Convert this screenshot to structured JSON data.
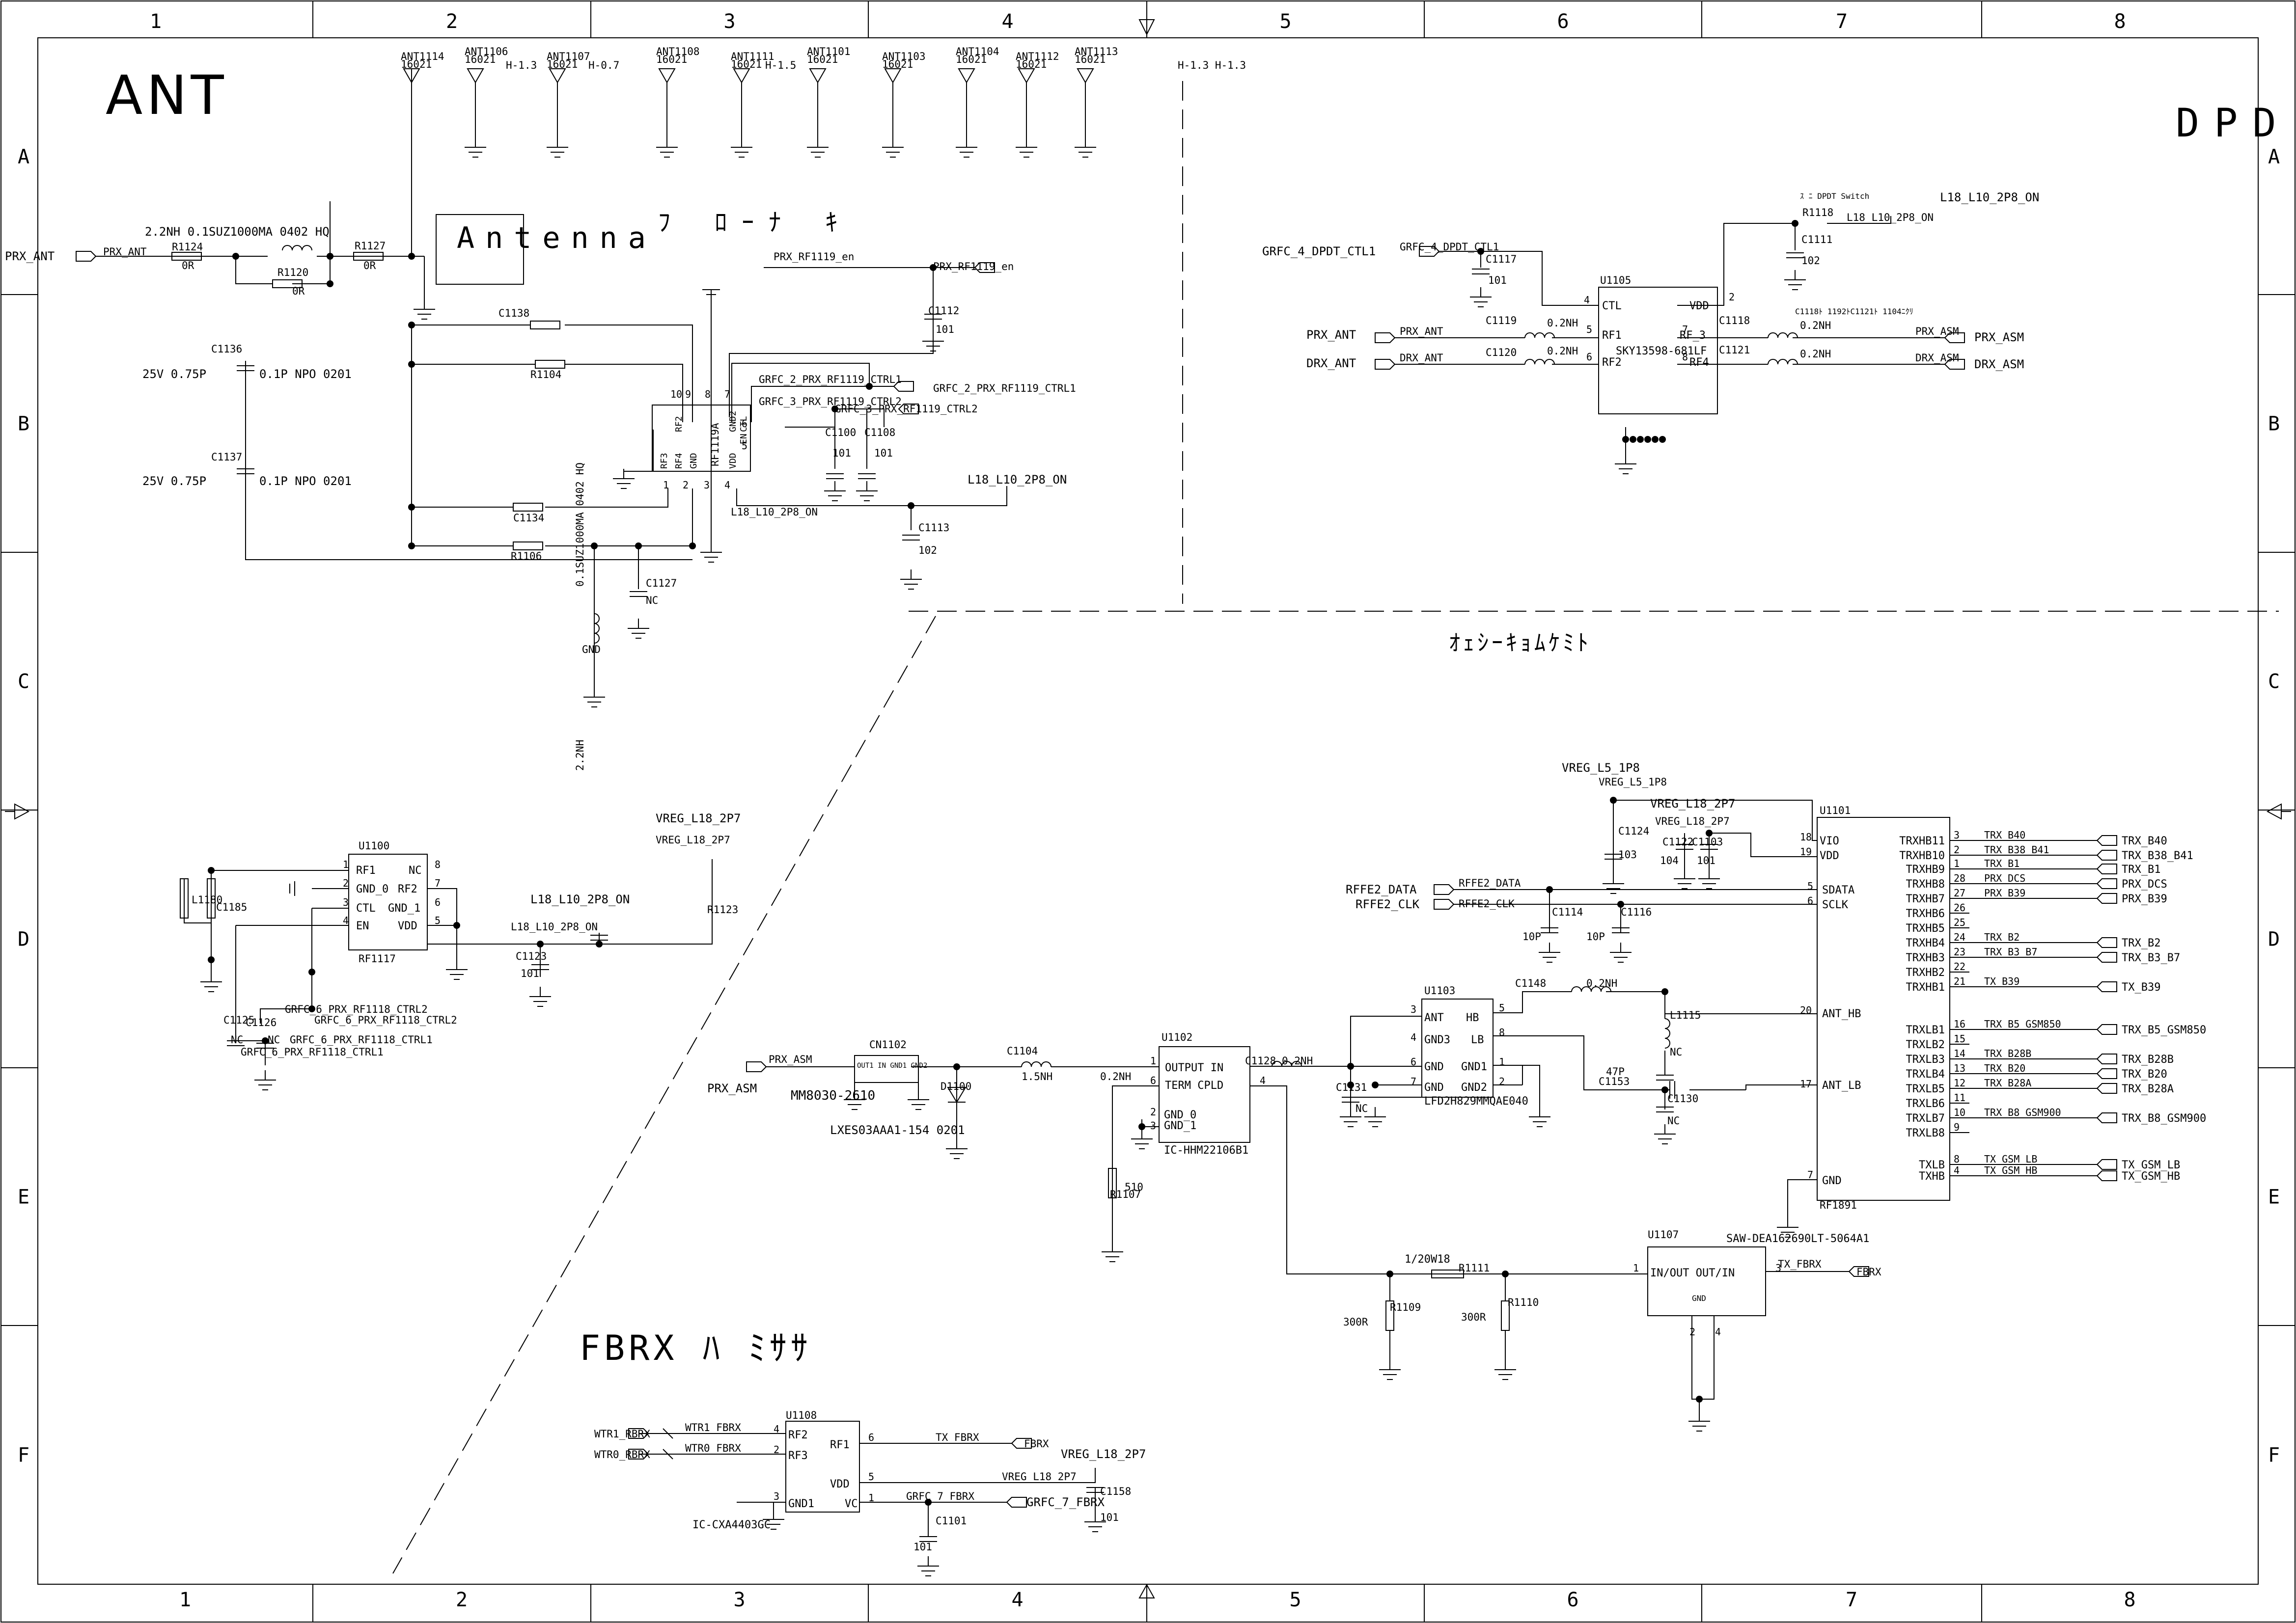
{
  "frame": {
    "cols_top": [
      "1",
      "2",
      "3",
      "4",
      "5",
      "6",
      "7",
      "8"
    ],
    "cols_bottom": [
      "1",
      "2",
      "3",
      "4",
      "5",
      "6",
      "7",
      "8"
    ],
    "rows_left": [
      "A",
      "B",
      "C",
      "D",
      "E",
      "F"
    ],
    "rows_right": [
      "A",
      "B",
      "C",
      "D",
      "E",
      "F"
    ]
  },
  "sections": {
    "ant": "ANT",
    "dpdt": "DPD",
    "antenna_box": "Antenna",
    "ant_kana": "ﾌ ﾛｰﾅ ｷ",
    "mid_kana": "ｵｪｼｰｷｮﾑｹﾐﾄ",
    "fbrx": "FBRX ﾊ ﾐｻｻ"
  },
  "antennas": [
    {
      "ref": "ANT1114",
      "val": "16021"
    },
    {
      "ref": "ANT1106",
      "val": "16021"
    },
    {
      "ref": "ANT1107",
      "val": "16021"
    },
    {
      "ref": "ANT1108",
      "val": "16021"
    },
    {
      "ref": "ANT1111",
      "val": "16021"
    },
    {
      "ref": "ANT1101",
      "val": "16021"
    },
    {
      "ref": "ANT1103",
      "val": "16021"
    },
    {
      "ref": "ANT1104",
      "val": "16021"
    },
    {
      "ref": "ANT1112",
      "val": "16021"
    },
    {
      "ref": "ANT1113",
      "val": "16021"
    }
  ],
  "ant_suffixes": [
    "H-1.3",
    "H-0.7",
    "H-1.5",
    "H-1.3 H-1.3"
  ],
  "ant_block": {
    "prx_ant": "PRX_ANT",
    "r1124": "R1124",
    "r1124v": "0R",
    "l_note": "2.2NH 0.1SUZ1000MA 0402 HQ",
    "r1120": "R1120",
    "r1120v": "0R",
    "r1127": "R1127",
    "r1127v": "0R",
    "c1136": "C1136",
    "c1136v": "25V 0.75P",
    "c1137": "C1137",
    "c1137v": "25V 0.75P",
    "np0": "0.1P NPO 0201",
    "c1138": "C1138",
    "r1104": "R1104",
    "c1134": "C1134",
    "r1106": "R1106",
    "c1127": "C1127",
    "c1127v": "NC",
    "l_vert": "0.1SUZ1000MA 0402 HQ",
    "gnd": "GND",
    "l_vert2": "2.2NH",
    "u1119": "RF1119A",
    "u_pins": [
      "RF3",
      "RF4",
      "GND",
      "VDD",
      "EN",
      "CTL",
      "GND2",
      "RF2"
    ],
    "prx_en": "PRX_RF1119_en",
    "prx_en2": "PRX_RF1119_en",
    "ctl1": "GRFC_2_PRX_RF1119_CTRL1",
    "ctl1b": "GRFC_2_PRX_RF1119_CTRL1",
    "ctl2": "GRFC_3_PRX_RF1119_CTRL2",
    "ctl2b": "GRFC_3_PRX_RF1119_CTRL2",
    "c1112": "C1112",
    "c1112v": "101",
    "c1100": "C1100",
    "c1100v": "101",
    "c1108": "C1108",
    "c1108v": "101",
    "l18a": "L18_L10_2P8_ON",
    "l18b": "L18_L10_2P8_ON",
    "c1113": "C1113",
    "c1113v": "102"
  },
  "dpdt": {
    "note": "ｽ ﾆ DPDT Switch",
    "l18": "L18_L10_2P8_ON",
    "l18b": "L18_L10_2P8_ON",
    "r1118": "R1118",
    "c1111": "C1111",
    "c1111v": "102",
    "grfc4": "GRFC_4_DPDT_CTL1",
    "grfc4b": "GRFC_4_DPDT_CTL1",
    "c1117": "C1117",
    "c1117v": "101",
    "u1105": "U1105",
    "chip": "SKY13598-681LF",
    "prx_ant": "PRX_ANT",
    "prx_ant2": "PRX_ANT",
    "drx_ant": "DRX_ANT",
    "drx_ant2": "DRX_ANT",
    "c1119": "C1119",
    "c1120": "C1120",
    "l02a": "0.2NH",
    "l02b": "0.2NH",
    "l02c": "0.2NH",
    "l02d": "0.2NH",
    "c1118": "C1118",
    "c1121": "C1121",
    "note2": "C1118ﾄ 1192ﾄC1121ﾄ 1104ﾆｸﾘ",
    "prx_asm": "PRX_ASM",
    "prx_asm2": "PRX_ASM",
    "drx_asm": "DRX_ASM",
    "drx_asm2": "DRX_ASM",
    "pins": [
      "CTL",
      "VDD",
      "RF1",
      "RF_3",
      "RF2",
      "RF4"
    ]
  },
  "u1100": {
    "ref": "U1100",
    "part": "RF1117",
    "pins_l": [
      "RF1",
      "GND_0",
      "CTL",
      "EN"
    ],
    "pins_r": [
      "NC",
      "RF2",
      "GND_1",
      "VDD"
    ],
    "l1180": "L1180",
    "c1185": "C1185",
    "c1125": "C1125",
    "c1125v": "NC",
    "c1126": "C1126",
    "c1126v": "NC",
    "ctl2": "GRFC_6_PRX_RF1118_CTRL2",
    "ctl2b": "GRFC_6_PRX_RF1118_CTRL2",
    "ctl1": "GRFC_6_PRX_RF1118_CTRL1",
    "ctl1b": "GRFC_6_PRX_RF1118_CTRL1",
    "l18": "L18_L10_2P8_ON",
    "l18b": "L18_L10_2P8_ON",
    "c1123": "C1123",
    "c1123v": "101",
    "vreg": "VREG_L18_2P7",
    "vreg2": "VREG_L18_2P7",
    "r1123": "R1123"
  },
  "asm": {
    "prx_asm": "PRX_ASM",
    "prx_asm2": "PRX_ASM",
    "cn1102": "CN1102",
    "cn_part": "MM8030-2610",
    "cn_pins": "OUT1 IN GND1 GND2",
    "d1100": "D1100",
    "d_part": "LXES03AAA1-154 0201",
    "c1104": "C1104",
    "l15": "1.5NH",
    "l02": "0.2NH",
    "u1102": "U1102",
    "u1102_part": "IC-HHM22106B1",
    "u1102_pins": [
      "OUTPUT IN",
      "TERM CPLD",
      "GND_0",
      "GND_1"
    ],
    "r1107": "R1107",
    "r1107v": "510",
    "c1128": "C1128",
    "l02b": "0.2NH"
  },
  "lfd": {
    "u1103": "U1103",
    "part": "LFD2H829MMQAE040",
    "pins": [
      "ANT",
      "GND3",
      "GND",
      "GND",
      "HB",
      "LB",
      "GND1",
      "GND2"
    ],
    "c1148": "C1148",
    "l02": "0.2NH",
    "c1131": "C1131",
    "c1131v": "NC",
    "l1115": "L1115",
    "l1115v": "NC",
    "c1153": "C1153",
    "c1153v": "47P",
    "c1130": "C1130",
    "c1130v": "NC"
  },
  "u1101": {
    "ref": "U1101",
    "part": "RF1891",
    "vreg15": "VREG_L5_1P8",
    "vreg15b": "VREG_L5_1P8",
    "vreg18": "VREG_L18_2P7",
    "vreg18b": "VREG_L18_2P7",
    "c1124": "C1124",
    "c1124v": "103",
    "c1122": "C1122",
    "c1122v": "104",
    "c1103": "C1103",
    "c1103v": "101",
    "rffe_d": "RFFE2_DATA",
    "rffe_d2": "RFFE2_DATA",
    "rffe_c": "RFFE2_CLK",
    "rffe_c2": "RFFE2_CLK",
    "c1114": "C1114",
    "c1114v": "10P",
    "c1116": "C1116",
    "c1116v": "10P",
    "pins_l": [
      "VIO",
      "VDD",
      "SDATA",
      "SCLK",
      "ANT_HB",
      "ANT_LB",
      "GND"
    ],
    "pins_r": [
      "TRXHB11",
      "TRXHB10",
      "TRXHB9",
      "TRXHB8",
      "TRXHB7",
      "TRXHB6",
      "TRXHB5",
      "TRXHB4",
      "TRXHB3",
      "TRXHB2",
      "TRXHB1",
      "TRXLB1",
      "TRXLB2",
      "TRXLB3",
      "TRXLB4",
      "TRXLB5",
      "TRXLB6",
      "TRXLB7",
      "TRXLB8",
      "TXLB",
      "TXHB"
    ],
    "nets": [
      {
        "pin": "3",
        "net": "TRX_B40",
        "port": "TRX_B40"
      },
      {
        "pin": "2",
        "net": "TRX_B38_B41",
        "port": "TRX_B38_B41"
      },
      {
        "pin": "1",
        "net": "TRX_B1",
        "port": "TRX_B1"
      },
      {
        "pin": "28",
        "net": "PRX_DCS",
        "port": "PRX_DCS"
      },
      {
        "pin": "27",
        "net": "PRX_B39",
        "port": "PRX_B39"
      },
      {
        "pin": "26",
        "net": "",
        "port": ""
      },
      {
        "pin": "25",
        "net": "",
        "port": ""
      },
      {
        "pin": "24",
        "net": "TRX_B2",
        "port": "TRX_B2"
      },
      {
        "pin": "23",
        "net": "TRX_B3_B7",
        "port": "TRX_B3_B7"
      },
      {
        "pin": "22",
        "net": "",
        "port": ""
      },
      {
        "pin": "21",
        "net": "TX_B39",
        "port": "TX_B39"
      },
      {
        "pin": "16",
        "net": "TRX_B5_GSM850",
        "port": "TRX_B5_GSM850"
      },
      {
        "pin": "15",
        "net": "",
        "port": ""
      },
      {
        "pin": "14",
        "net": "TRX_B28B",
        "port": "TRX_B28B"
      },
      {
        "pin": "13",
        "net": "TRX_B20",
        "port": "TRX_B20"
      },
      {
        "pin": "12",
        "net": "TRX_B28A",
        "port": "TRX_B28A"
      },
      {
        "pin": "11",
        "net": "",
        "port": ""
      },
      {
        "pin": "10",
        "net": "TRX_B8_GSM900",
        "port": "TRX_B8_GSM900"
      },
      {
        "pin": "9",
        "net": "",
        "port": ""
      },
      {
        "pin": "8",
        "net": "TX_GSM_LB",
        "port": "TX_GSM_LB"
      },
      {
        "pin": "4",
        "net": "TX_GSM_HB",
        "port": "TX_GSM_HB"
      }
    ]
  },
  "u1107": {
    "ref": "U1107",
    "part": "SAW-DEA162690LT-5064A1",
    "pins": "IN/OUT OUT/IN",
    "gnd": "GND",
    "r1109": "R1109",
    "r1109v": "300R",
    "r1111": "R1111",
    "r1111v": "1/20W18",
    "r1110": "R1110",
    "r1110v": "300R",
    "tx_fbrx": "TX_FBRX",
    "fbrx": "FBRX"
  },
  "u1108": {
    "ref": "U1108",
    "part": "IC-CXA4403GC",
    "pins_l": [
      "RF2",
      "RF3",
      "GND1"
    ],
    "pins_r": [
      "RF1",
      "VDD",
      "VC"
    ],
    "wtr1": "WTR1_RBRX",
    "wtr1b": "WTR1_FBRX",
    "wtr0": "WTR0_RBRX",
    "wtr0b": "WTR0_FBRX",
    "tx_fbrx": "TX_FBRX",
    "fbrx": "FBRX",
    "vreg": "VREG_L18_2P7",
    "vreg2": "VREG_L18_2P7",
    "c1158": "C1158",
    "c1158v": "101",
    "grfc7": "GRFC_7_FBRX",
    "grfc7b": "GRFC_7_FBRX",
    "c1101": "C1101",
    "c1101v": "101"
  }
}
